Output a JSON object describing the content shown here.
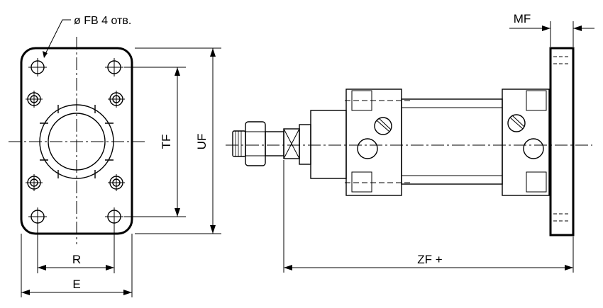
{
  "labels": {
    "hole_callout": "ø FB 4 отв.",
    "tf": "TF",
    "uf": "UF",
    "r": "R",
    "e": "E",
    "mf": "MF",
    "zf": "ZF +"
  },
  "colors": {
    "line": "#000000",
    "background": "#ffffff"
  }
}
